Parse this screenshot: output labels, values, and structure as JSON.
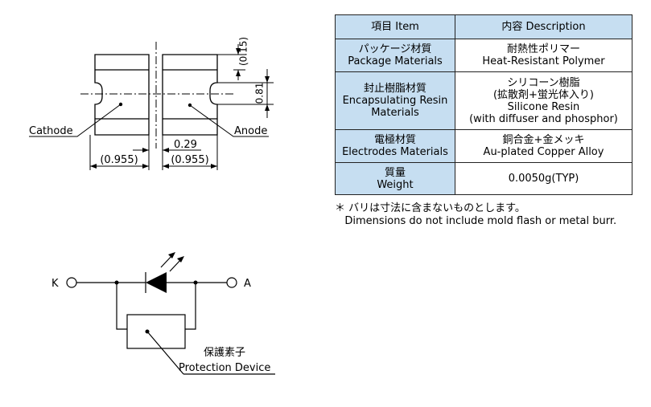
{
  "outline": {
    "dim_015": "(0.15)",
    "dim_081": "0.81",
    "dim_029": "0.29",
    "dim_0955_left": "(0.955)",
    "dim_0955_right": "(0.955)",
    "cathode_label": "Cathode",
    "anode_label": "Anode"
  },
  "table": {
    "header_item": "項目 Item",
    "header_desc": "内容 Description",
    "rows": [
      {
        "item_lines": [
          "パッケージ材質",
          "Package Materials"
        ],
        "desc_lines": [
          "耐熱性ポリマー",
          "Heat-Resistant Polymer"
        ]
      },
      {
        "item_lines": [
          "封止樹脂材質",
          "Encapsulating Resin",
          "Materials"
        ],
        "desc_lines": [
          "シリコーン樹脂",
          "(拡散剤+蛍光体入り)",
          "Silicone Resin",
          "(with diffuser and phosphor)"
        ]
      },
      {
        "item_lines": [
          "電極材質",
          "Electrodes Materials"
        ],
        "desc_lines": [
          "銅合金+金メッキ",
          "Au-plated Copper Alloy"
        ]
      },
      {
        "item_lines": [
          "質量",
          "Weight"
        ],
        "desc_lines": [
          "0.0050g(TYP)"
        ]
      }
    ]
  },
  "note": {
    "line1": "＊ バリは寸法に含まないものとします。",
    "line2": "   Dimensions do not include mold flash or metal burr."
  },
  "circuit": {
    "k_label": "K",
    "a_label": "A",
    "protection_jp": "保護素子",
    "protection_en": "Protection Device"
  }
}
